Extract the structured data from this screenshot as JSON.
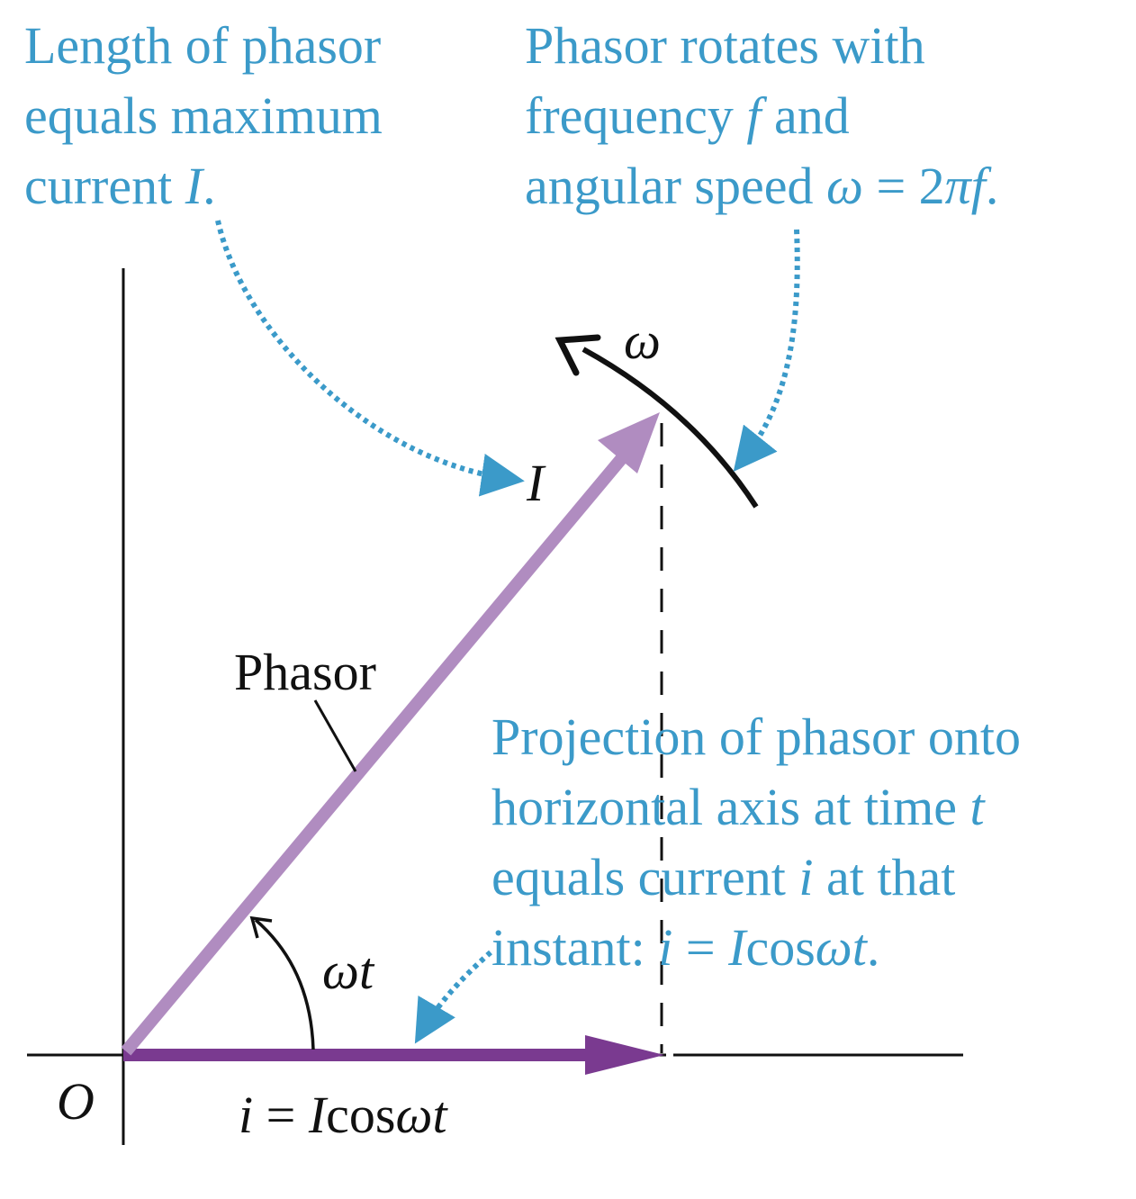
{
  "notes": {
    "length": {
      "line1": "Length of phasor",
      "line2": "equals maximum",
      "line3_prefix": "current ",
      "line3_symbol": "I",
      "line3_suffix": "."
    },
    "rotation": {
      "line1": "Phasor rotates with",
      "line2_prefix": "frequency ",
      "line2_symbol": "f",
      "line2_suffix": " and",
      "line3_prefix": "angular speed ",
      "line3_omega": "ω",
      "line3_eq": " = 2",
      "line3_pi": "π",
      "line3_f": "f",
      "line3_suffix": "."
    },
    "projection": {
      "line1": "Projection of phasor onto",
      "line2_prefix": "horizontal axis at time ",
      "line2_symbol": "t",
      "line3_prefix": "equals current ",
      "line3_symbol": "i",
      "line3_suffix": " at that",
      "line4_prefix": "instant: ",
      "line4_i": "i",
      "line4_eq": " = ",
      "line4_I": "I",
      "line4_cos": "cos",
      "line4_wt": "ωt",
      "line4_suffix": "."
    }
  },
  "labels": {
    "omega": "ω",
    "phasor_symbol": "I",
    "phasor_name": "Phasor",
    "angle": "ωt",
    "origin": "O",
    "projection": {
      "i": "i",
      "eq": " = ",
      "I": "I",
      "cos": "cos",
      "wt": "ωt"
    }
  },
  "colors": {
    "annotation": "#3b9ac9",
    "phasor": "#b08cc0",
    "projection_arrow": "#7a3a90",
    "ink": "#111111"
  }
}
